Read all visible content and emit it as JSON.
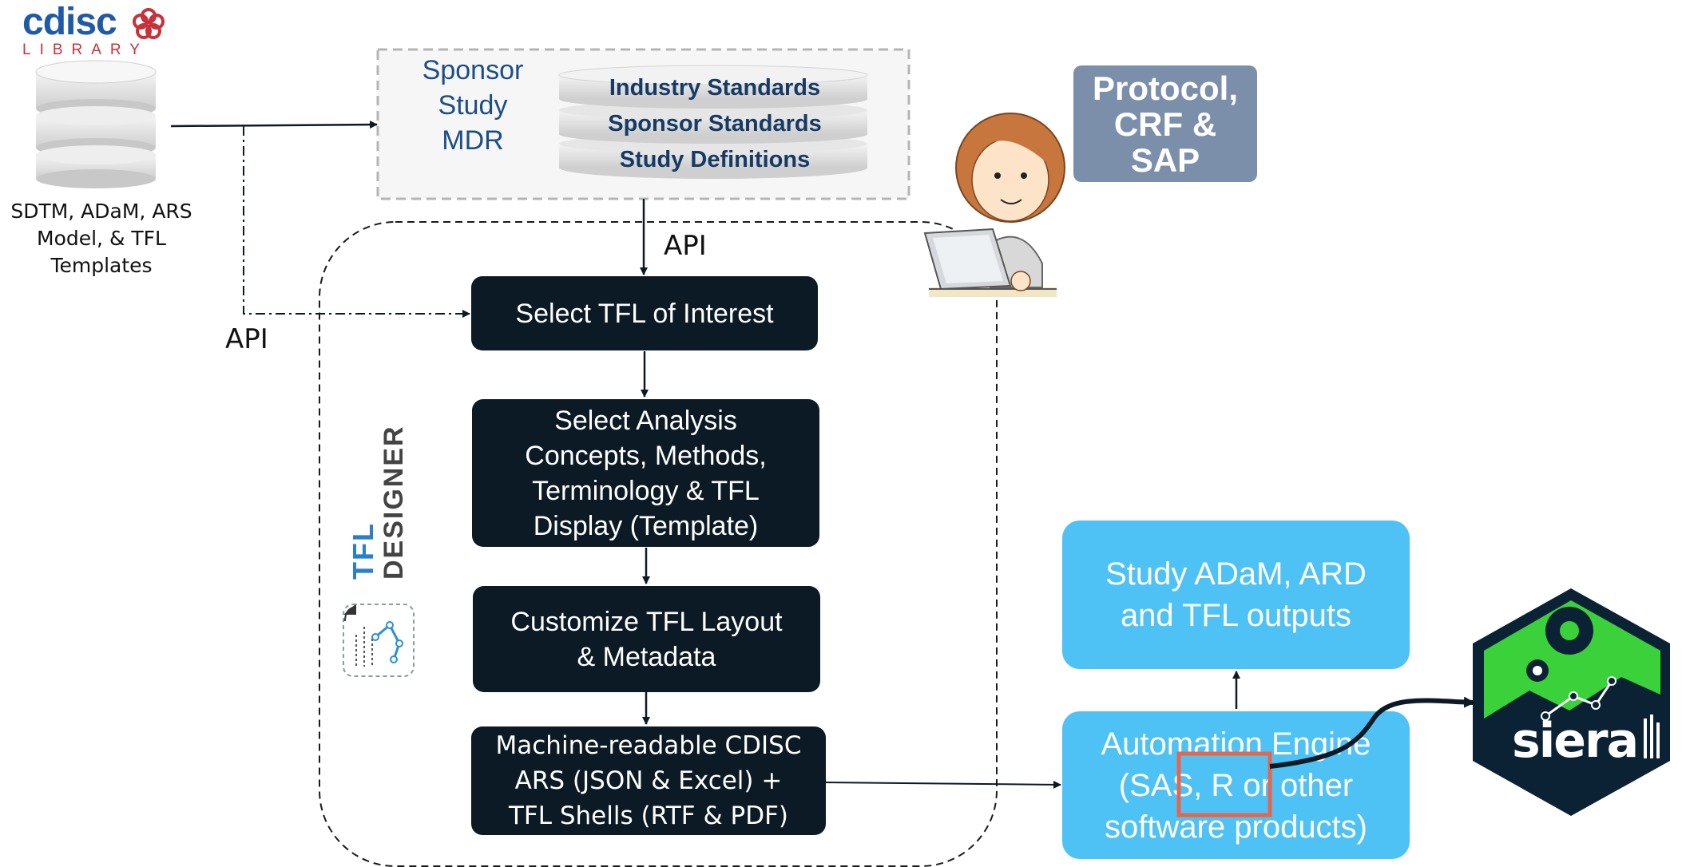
{
  "library": {
    "logo_word": "cdisc",
    "logo_sub": "LIBRARY",
    "caption_lines": [
      "SDTM, ADaM, ARS",
      "Model, & TFL",
      "Templates"
    ]
  },
  "api_left": "API",
  "api_top": "API",
  "mdr": {
    "title_lines": [
      "Sponsor",
      "Study",
      "MDR"
    ],
    "layers": [
      "Industry Standards",
      "Sponsor Standards",
      "Study Definitions"
    ]
  },
  "protocol": {
    "lines": [
      "Protocol,",
      "CRF &",
      "SAP"
    ]
  },
  "tfl_designer": {
    "word1": "TFL",
    "word2": "DESIGNER"
  },
  "steps": [
    {
      "lines": [
        "Select TFL of Interest"
      ]
    },
    {
      "lines": [
        "Select Analysis",
        "Concepts, Methods,",
        "Terminology & TFL",
        "Display (Template)"
      ]
    },
    {
      "lines": [
        "Customize TFL Layout",
        "& Metadata"
      ]
    },
    {
      "lines": [
        "Machine-readable CDISC",
        "ARS (JSON & Excel) +",
        "TFL Shells (RTF & PDF)"
      ]
    }
  ],
  "outputs": {
    "lines": [
      "Study ADaM, ARD",
      "and TFL outputs"
    ]
  },
  "engine": {
    "lines": [
      "Automation Engine",
      "(SAS, R or other",
      "software products)"
    ]
  },
  "siera": {
    "wordmark": "siera"
  },
  "colors": {
    "dark_box": "#0b1a24",
    "blue_box": "#4ec2f5",
    "protocol_box": "#7b8fab",
    "highlight": "#e8644a",
    "siera_green": "#3ad13a",
    "siera_navy": "#0b2235"
  }
}
